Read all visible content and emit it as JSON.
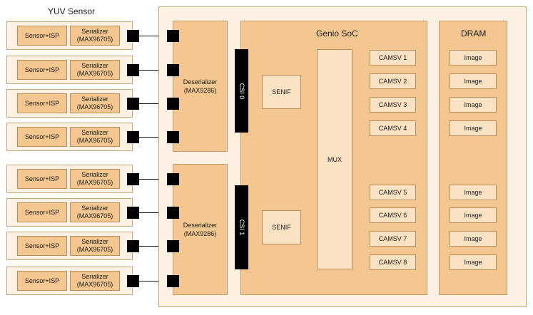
{
  "sensor_section": {
    "title": "YUV Sensor"
  },
  "sensors": [
    {
      "sensor": "Sensor+ISP",
      "serializer": [
        "Serializer",
        "(MAX96705)"
      ]
    },
    {
      "sensor": "Sensor+ISP",
      "serializer": [
        "Serializer",
        "(MAX96705)"
      ]
    },
    {
      "sensor": "Sensor+ISP",
      "serializer": [
        "Serializer",
        "(MAX96705)"
      ]
    },
    {
      "sensor": "Sensor+ISP",
      "serializer": [
        "Serializer",
        "(MAX96705)"
      ]
    },
    {
      "sensor": "Sensor+ISP",
      "serializer": [
        "Serializer",
        "(MAX96705)"
      ]
    },
    {
      "sensor": "Sensor+ISP",
      "serializer": [
        "Serializer",
        "(MAX96705)"
      ]
    },
    {
      "sensor": "Sensor+ISP",
      "serializer": [
        "Serializer",
        "(MAX96705)"
      ]
    },
    {
      "sensor": "Sensor+ISP",
      "serializer": [
        "Serializer",
        "(MAX96705)"
      ]
    }
  ],
  "deserializers": [
    {
      "line1": "Deserializer",
      "line2": "(MAX9286)",
      "csi": "CSI 0",
      "senif": "SENIF"
    },
    {
      "line1": "Deserializer",
      "line2": "(MAX9286)",
      "csi": "CSI 1",
      "senif": "SENIF"
    }
  ],
  "soc": {
    "title": "Genio SoC",
    "mux": "MUX"
  },
  "camsv": [
    "CAMSV 1",
    "CAMSV 2",
    "CAMSV 3",
    "CAMSV 4",
    "CAMSV 5",
    "CAMSV 6",
    "CAMSV 7",
    "CAMSV 8"
  ],
  "dram": {
    "title": "DRAM",
    "images": [
      "Image",
      "Image",
      "Image",
      "Image",
      "Image",
      "Image",
      "Image",
      "Image"
    ]
  },
  "colors": {
    "panel": "#f3c78f",
    "outer": "#fcf1e3",
    "border": "#c9a77e",
    "line": "#111111"
  }
}
